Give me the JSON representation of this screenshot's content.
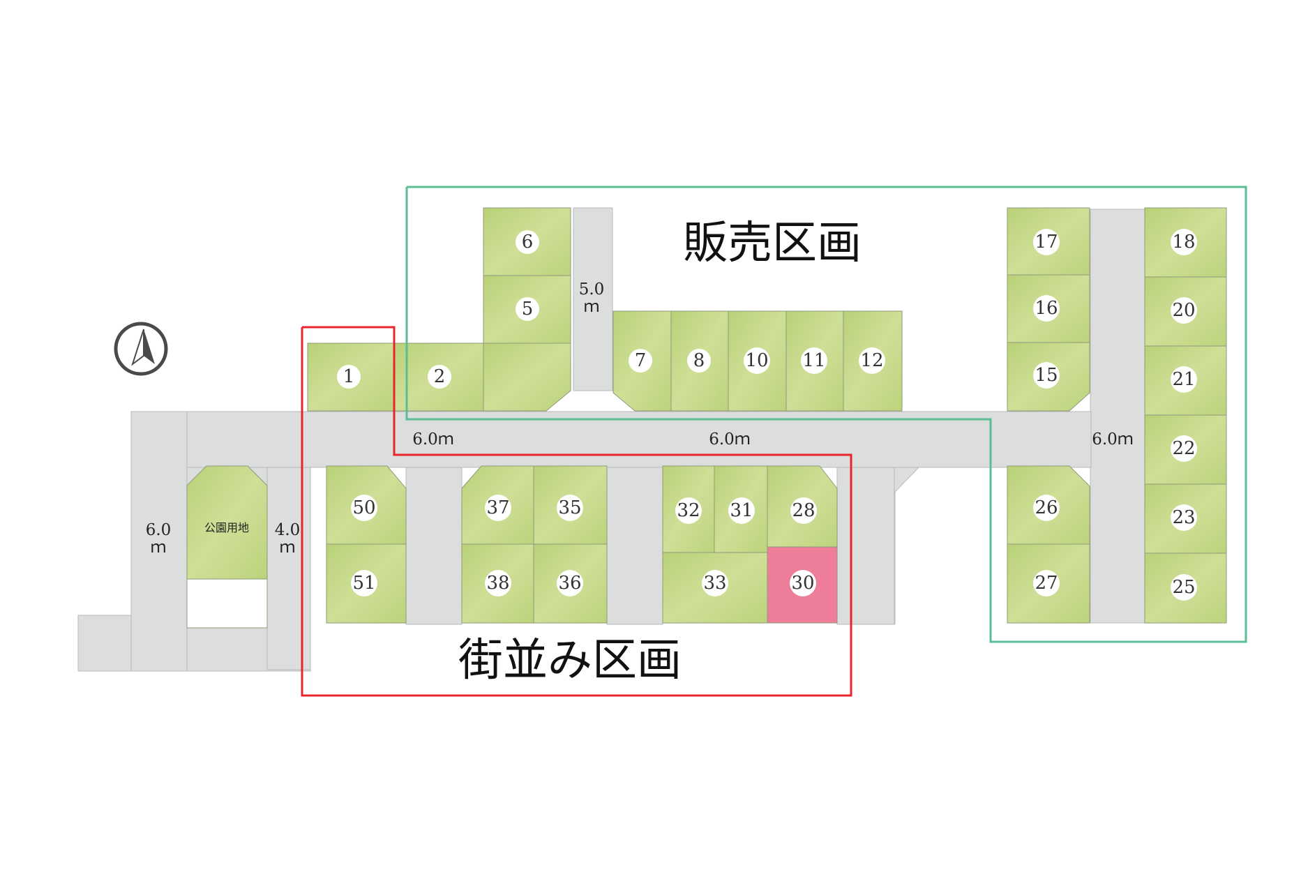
{
  "map_title_sales": "販売区画",
  "map_title_townscape": "街並み区画",
  "park": {
    "label": "公園用地"
  },
  "roads": {
    "main_west": "6.0ｍ",
    "main_center": "6.0ｍ",
    "main_east": "6.0ｍ",
    "north_spur_value": "5.0",
    "north_spur_unit": "ｍ",
    "west_value": "6.0",
    "west_unit": "ｍ",
    "park_side_value": "4.0",
    "park_side_unit": "ｍ"
  },
  "compass": {
    "icon": "north-arrow-icon"
  },
  "colors": {
    "lot_fill": "#c7d98a",
    "lot_sold": "#ee7d99",
    "road": "#dcdddd",
    "sales_frame": "#5cbd95",
    "townscape_frame": "#e8252c"
  },
  "lots": {
    "l1": "1",
    "l2": "2",
    "l5": "5",
    "l6": "6",
    "l7": "7",
    "l8": "8",
    "l10": "10",
    "l11": "11",
    "l12": "12",
    "l15": "15",
    "l16": "16",
    "l17": "17",
    "l18": "18",
    "l20": "20",
    "l21": "21",
    "l22": "22",
    "l23": "23",
    "l25": "25",
    "l26": "26",
    "l27": "27",
    "l28": "28",
    "l30": "30",
    "l31": "31",
    "l32": "32",
    "l33": "33",
    "l35": "35",
    "l36": "36",
    "l37": "37",
    "l38": "38",
    "l50": "50",
    "l51": "51"
  },
  "lot_status": {
    "l30": "highlighted"
  }
}
